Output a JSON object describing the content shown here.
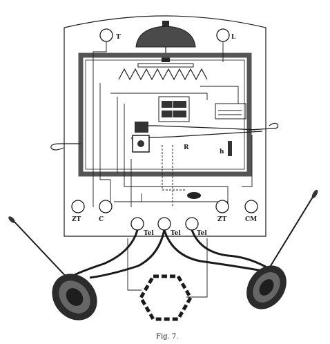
{
  "figure": {
    "caption": "Fig. 7.",
    "terminals_top": [
      "T",
      "L"
    ],
    "terminals_bottom": [
      "ZT",
      "C",
      "ZT",
      "CM"
    ],
    "tel_terminals": [
      "Tel",
      "Tel",
      "Tel"
    ],
    "inner_letters": [
      "R",
      "h"
    ]
  }
}
